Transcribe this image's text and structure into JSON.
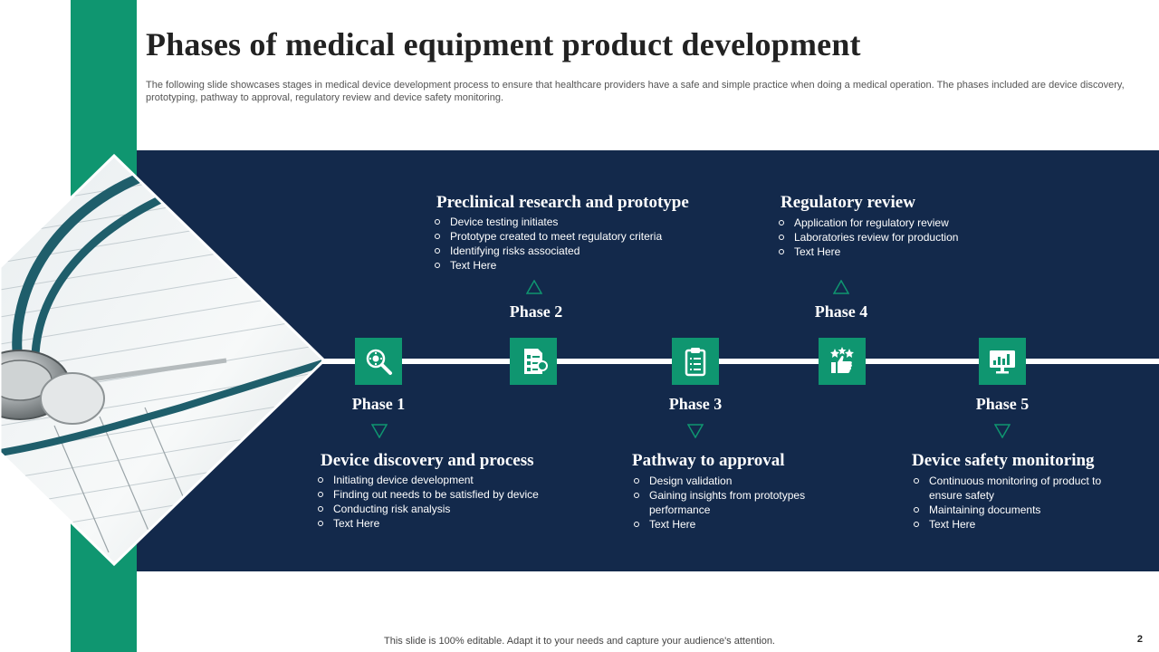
{
  "slide": {
    "title": "Phases of medical equipment  product development",
    "subtitle": "The following slide showcases stages in medical device development process to ensure that healthcare providers have a safe and simple practice when doing a medical operation. The phases included are device discovery, prototyping, pathway to approval, regulatory review and device safety monitoring.",
    "footer": "This slide is 100% editable. Adapt it to your needs and capture your audience's attention.",
    "page_number": "2"
  },
  "colors": {
    "accent": "#0f9670",
    "navy": "#13294b"
  },
  "phases": [
    {
      "label": "Phase 1",
      "icon": "search-gear-icon",
      "title": "Device discovery and process",
      "bullets": [
        "Initiating device  development",
        "Finding out needs to be satisfied by device",
        "Conducting risk analysis",
        "Text Here"
      ]
    },
    {
      "label": "Phase 2",
      "icon": "document-checklist-icon",
      "title": "Preclinical research and prototype",
      "bullets": [
        "Device  testing initiates",
        "Prototype created to meet regulatory  criteria",
        "Identifying  risks associated",
        "Text Here"
      ]
    },
    {
      "label": "Phase 3",
      "icon": "clipboard-check-icon",
      "title": "Pathway to approval",
      "bullets": [
        "Design validation",
        "Gaining insights from prototypes performance",
        "Text Here"
      ]
    },
    {
      "label": "Phase 4",
      "icon": "thumbs-up-stars-icon",
      "title": "Regulatory review",
      "bullets": [
        "Application for regulatory review",
        "Laboratories review  for production",
        "Text Here"
      ]
    },
    {
      "label": "Phase 5",
      "icon": "monitor-chart-icon",
      "title": "Device safety monitoring",
      "bullets": [
        "Continuous  monitoring of product to ensure safety",
        "Maintaining documents",
        "Text Here"
      ]
    }
  ]
}
